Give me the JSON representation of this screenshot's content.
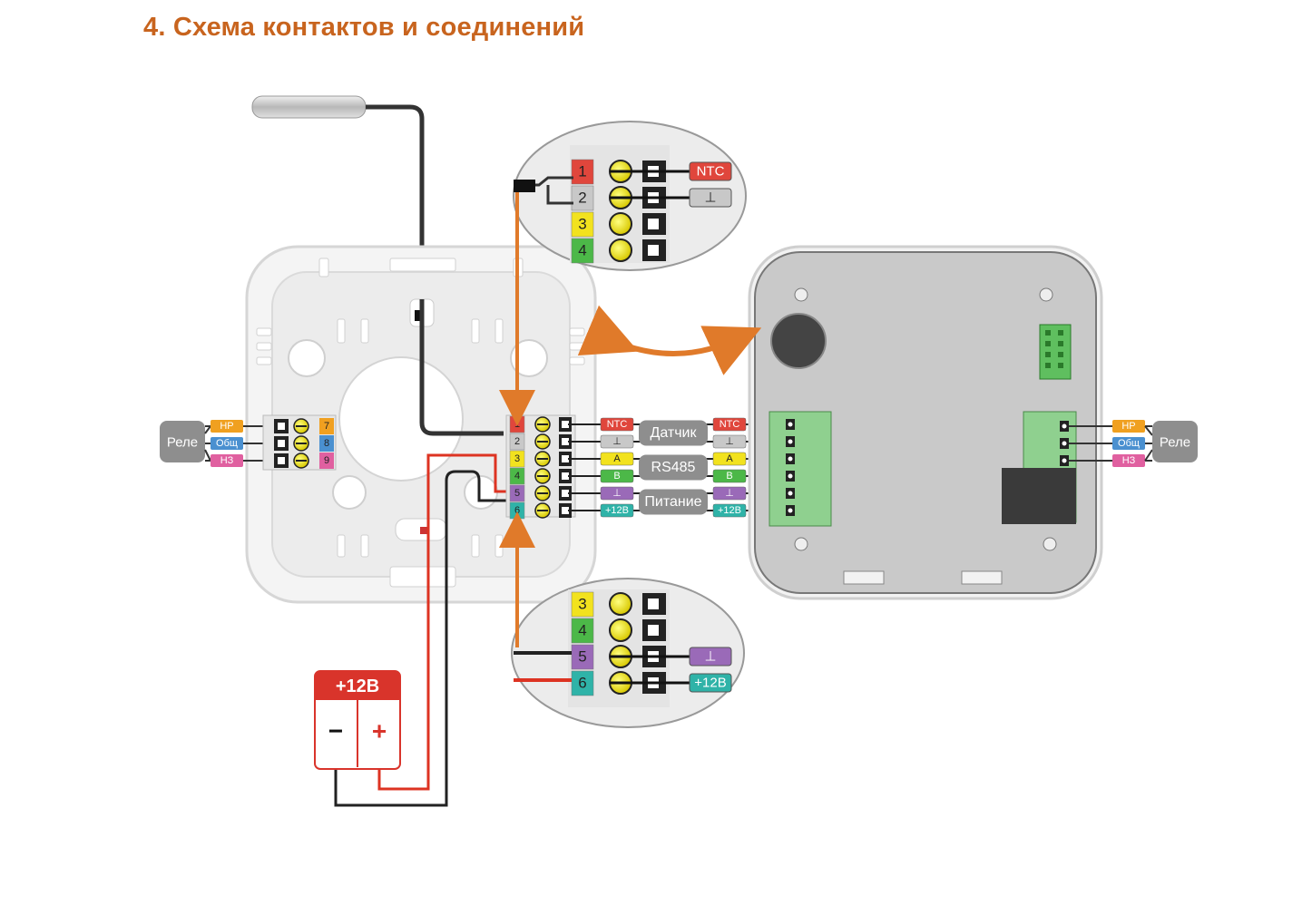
{
  "title": "4. Схема контактов и соединений",
  "colors": {
    "accent": "#e07a2a",
    "red": "#e0463c",
    "grey": "#c8c8c8",
    "yellow": "#f2e21e",
    "green": "#4cb848",
    "purple": "#9a6ab8",
    "teal": "#2fb3a8",
    "orange_tag": "#f0a020",
    "blue_tag": "#4a90d0",
    "pink_tag": "#e060a0"
  },
  "relay_left": {
    "label": "Реле",
    "tags": [
      "НР",
      "Общ",
      "НЗ"
    ],
    "terminals": [
      "7",
      "8",
      "9"
    ]
  },
  "relay_right": {
    "label": "Реле",
    "tags": [
      "НР",
      "Общ",
      "НЗ"
    ]
  },
  "main_terminals": [
    "1",
    "2",
    "3",
    "4",
    "5",
    "6"
  ],
  "signals_left": [
    "NTC",
    "⊥",
    "A",
    "B",
    "⊥",
    "+12В"
  ],
  "signals_right": [
    "NTC",
    "⊥",
    "A",
    "B",
    "⊥",
    "+12В"
  ],
  "groups": [
    "Датчик",
    "RS485",
    "Питание"
  ],
  "zoom_top": {
    "terminals": [
      "1",
      "2",
      "3",
      "4"
    ],
    "tags": [
      "NTC",
      "⊥"
    ]
  },
  "zoom_bottom": {
    "terminals": [
      "3",
      "4",
      "5",
      "6"
    ],
    "tags": [
      "⊥",
      "+12В"
    ]
  },
  "power_supply": {
    "label": "+12В",
    "minus": "−",
    "plus": "+"
  }
}
